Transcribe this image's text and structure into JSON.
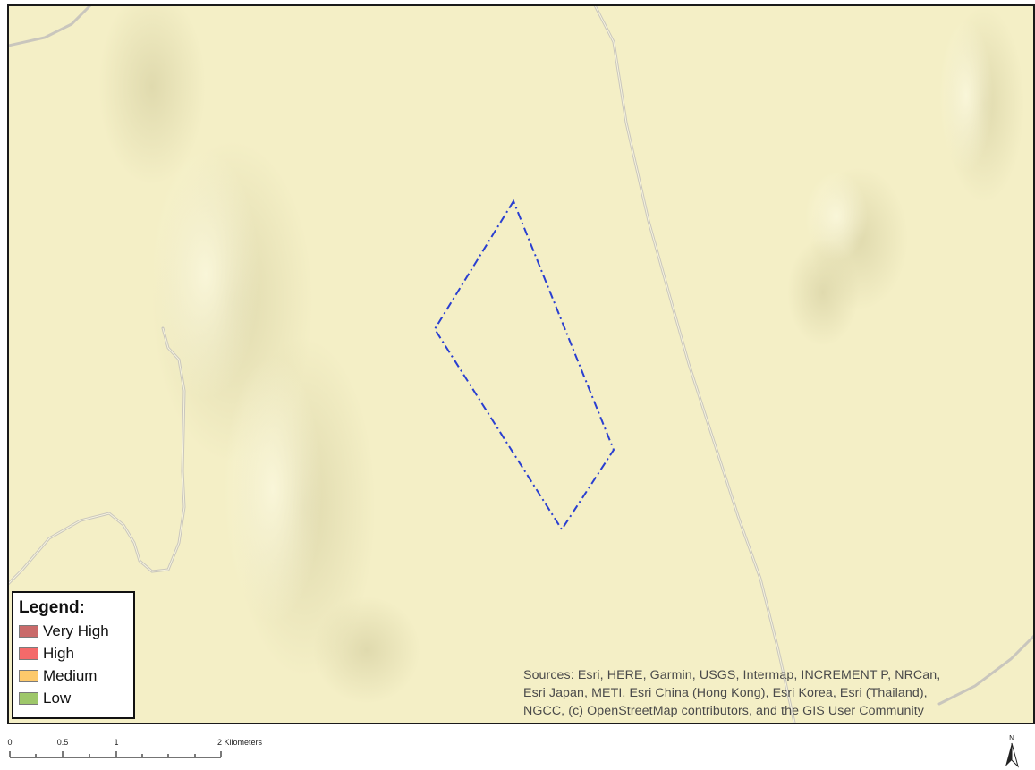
{
  "legend": {
    "title": "Legend:",
    "items": [
      {
        "label": "Very High",
        "color": "#c96a6a"
      },
      {
        "label": "High",
        "color": "#f46a6a"
      },
      {
        "label": "Medium",
        "color": "#fdc96b"
      },
      {
        "label": "Low",
        "color": "#9ec76a"
      }
    ]
  },
  "attribution": {
    "line1": "Sources: Esri, HERE, Garmin, USGS, Intermap, INCREMENT P, NRCan,",
    "line2": "Esri Japan, METI, Esri China (Hong Kong), Esri Korea, Esri (Thailand),",
    "line3": "NGCC, (c) OpenStreetMap contributors, and the GIS User Community"
  },
  "scale_bar": {
    "ticks": [
      "0",
      "0.5",
      "1",
      "2 Kilometers"
    ]
  },
  "north_arrow": {
    "label": "N"
  },
  "colors": {
    "map_background": "#f4efc6",
    "boundary": "#2a3fd0",
    "road": "#c9c6bd"
  },
  "icons": [
    "north-arrow-icon"
  ]
}
